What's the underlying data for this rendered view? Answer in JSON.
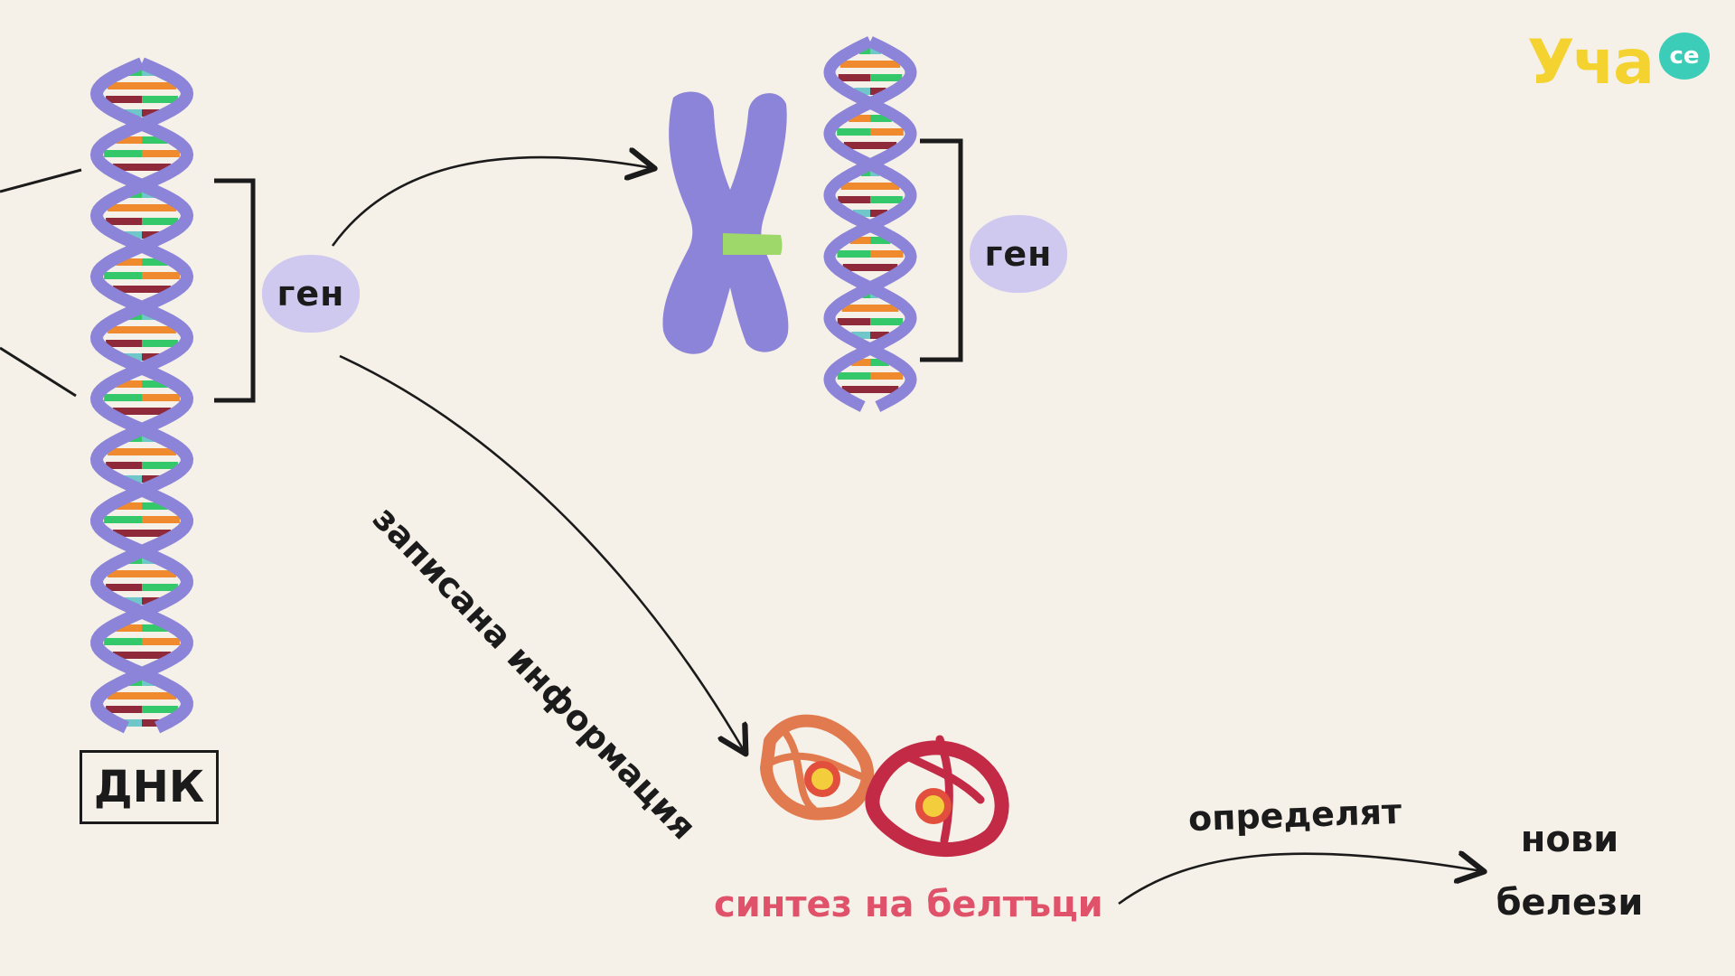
{
  "labels": {
    "gene_left": "ген",
    "gene_right": "ген",
    "dna": "ДНК",
    "recorded_info": "записана информация",
    "protein_synthesis": "синтез на белтъци",
    "determine": "определят",
    "new_traits_line1": "нови",
    "new_traits_line2": "белези"
  },
  "logo": {
    "text": "Уча",
    "badge": "ce"
  },
  "colors": {
    "background": "#f6f1e8",
    "dna_backbone": "#8b84d8",
    "chromosome": "#8b84d8",
    "gene_band": "#9ed86a",
    "gene_blob": "#cfc9f0",
    "base_green": "#35c86a",
    "base_orange": "#ef8a2e",
    "base_maroon": "#8f2a3a",
    "base_teal": "#6fc7c9",
    "protein_orange": "#e27a4f",
    "protein_crimson": "#c32a45",
    "protein_center": "#f4cd3c",
    "accent_red_text": "#e0526a",
    "logo_yellow": "#f4d331",
    "logo_teal": "#3ccdb8"
  }
}
